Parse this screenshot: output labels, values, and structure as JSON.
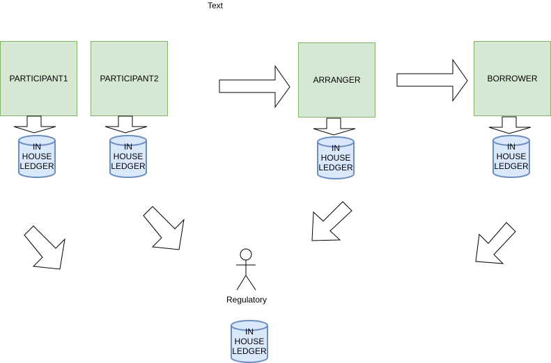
{
  "top_text": "Text",
  "participants": [
    {
      "id": "participant1",
      "label": "PARTICIPANT1"
    },
    {
      "id": "participant2",
      "label": "PARTICIPANT2"
    },
    {
      "id": "arranger",
      "label": "ARRANGER"
    },
    {
      "id": "borrower",
      "label": "BORROWER"
    }
  ],
  "ledger": {
    "line1": "IN",
    "line2": "HOUSE",
    "line3": "LEDGER"
  },
  "regulatory": {
    "label": "Regulatory"
  },
  "colors": {
    "box_fill": "#d5e8d4",
    "box_stroke": "#82b366",
    "db_fill": "#dae8fc",
    "db_stroke": "#6c8ebf"
  }
}
